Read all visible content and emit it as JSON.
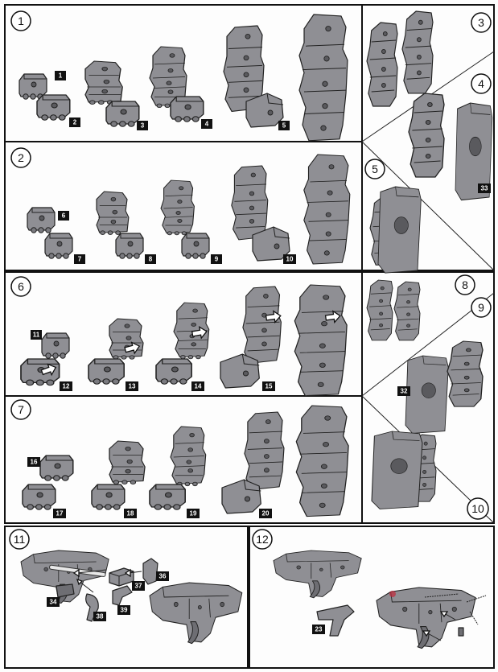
{
  "steps": {
    "s1": "1",
    "s2": "2",
    "s3": "3",
    "s4": "4",
    "s5": "5",
    "s6": "6",
    "s7": "7",
    "s8": "8",
    "s9": "9",
    "s10": "10",
    "s11": "11",
    "s12": "12"
  },
  "parts": {
    "p1": "1",
    "p2": "2",
    "p3": "3",
    "p4": "4",
    "p5": "5",
    "p6": "6",
    "p7": "7",
    "p8": "8",
    "p9": "9",
    "p10": "10",
    "p11": "11",
    "p12": "12",
    "p13": "13",
    "p14": "14",
    "p15": "15",
    "p16": "16",
    "p17": "17",
    "p18": "18",
    "p19": "19",
    "p20": "20",
    "p23": "23",
    "p32": "32",
    "p33": "33",
    "p34": "34",
    "p36": "36",
    "p37": "37",
    "p38": "38",
    "p39": "39"
  },
  "colors": {
    "part_fill": "#8f8f94",
    "line": "#111111",
    "tag": "#111111",
    "accent_red": "#c0283a"
  }
}
